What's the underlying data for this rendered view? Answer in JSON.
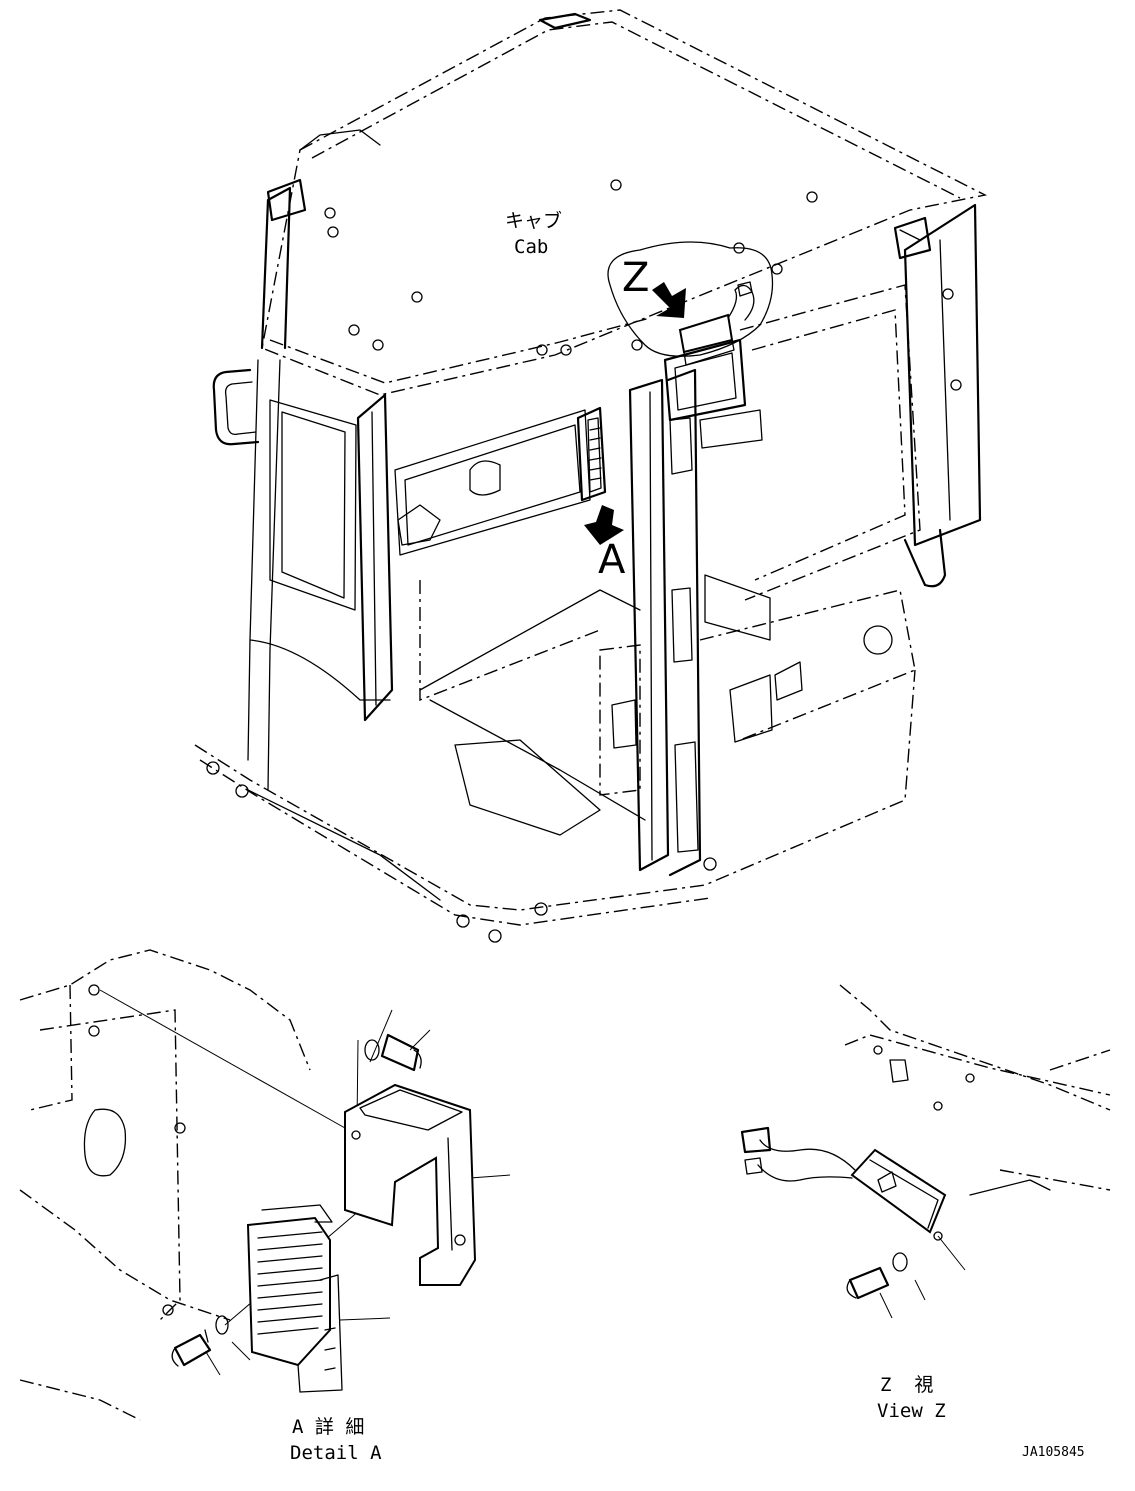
{
  "labels": {
    "cab_jp": "キャブ",
    "cab_en": "Cab",
    "marker_z": "Z",
    "marker_a": "A",
    "detail_a_jp": "A 詳 細",
    "detail_a_en": "Detail A",
    "view_z_jp": "Z  視",
    "view_z_en": "View Z",
    "drawing_code": "JA105845"
  }
}
